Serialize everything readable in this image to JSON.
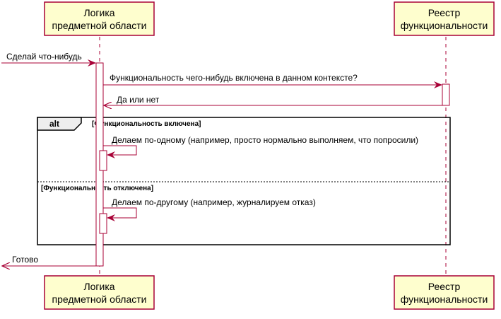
{
  "participants": {
    "domain_logic": {
      "line1": "Логика",
      "line2": "предметной области"
    },
    "feature_registry": {
      "line1": "Реестр",
      "line2": "функциональности"
    }
  },
  "messages": {
    "do_something": "Сделай что-нибудь",
    "is_enabled": "Функциональность чего-нибудь включена в данном контексте?",
    "yes_or_no": "Да или нет",
    "do_one_way": "Делаем по-одному (например, просто нормально выполняем, что попросили)",
    "do_other_way": "Делаем по-другому (например, журналируем отказ)",
    "done": "Готово"
  },
  "alt_fragment": {
    "keyword": "alt",
    "guard_enabled": "[Функциональность включена]",
    "guard_disabled": "[Функциональность отключена]"
  },
  "colors": {
    "participant_fill": "#FEFECE",
    "participant_border": "#A80036",
    "arrow": "#A80036",
    "fragment_border": "#000000",
    "fragment_header": "#EEEEEE"
  }
}
